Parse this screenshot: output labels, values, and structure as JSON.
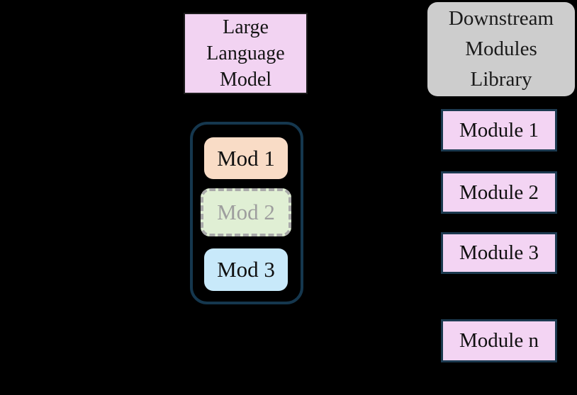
{
  "figure": {
    "background_color": "#000000",
    "description_colors": {
      "llm_fill": "#f2d3f2",
      "llm_border": "#1c1c1c",
      "workspace_border": "#15374e",
      "slot1_fill": "#f9dcc6",
      "slot2_fill": "#e0efd4",
      "slot2_border": "#a9a9a9",
      "slot2_text": "#9e9e9e",
      "slot3_fill": "#c8e9fa",
      "library_fill": "#cdcdcd",
      "module_fill": "#f3d4f3",
      "module_border": "#1c3a50"
    }
  },
  "llm_box": {
    "lines": [
      "Large",
      "Language",
      "Model"
    ]
  },
  "workspace": {
    "slots": [
      {
        "label": "Mod 1",
        "style": "solid"
      },
      {
        "label": "Mod 2",
        "style": "dashed"
      },
      {
        "label": "Mod 3",
        "style": "solid"
      }
    ]
  },
  "library": {
    "title_lines": [
      "Downstream",
      "Modules",
      "Library"
    ],
    "items": [
      {
        "label": "Module 1"
      },
      {
        "label": "Module 2"
      },
      {
        "label": "Module 3"
      },
      {
        "label": "Module n"
      }
    ]
  }
}
